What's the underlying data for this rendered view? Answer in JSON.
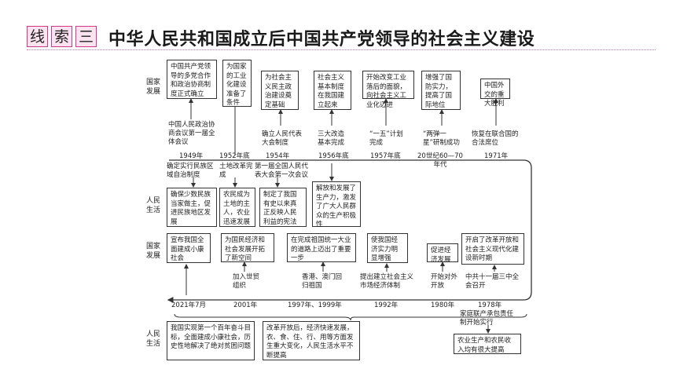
{
  "header": {
    "tag_chars": [
      "线",
      "索",
      "三"
    ],
    "title": "中华人民共和国成立后中国共产党领导的社会主义建设"
  },
  "row_labels": {
    "national_top": "国家发展",
    "people_top": "人民生活",
    "national_bottom": "国家发展",
    "people_bottom": "人民生活"
  },
  "top_national_boxes": [
    "中国共产党领导的多党合作和政治协商制度正式确立",
    "为国家的工业化建设准备了条件",
    "为社会主义民主政治建设奠定基础",
    "社会主义基本制度在我国建立起来",
    "开始改变工业落后的面貌，向社会主义工业化迈进",
    "增强了国防实力，提高了国际地位",
    "中国外交的重大胜利"
  ],
  "top_events_above": [
    "中国人民政治协商会议第一届全体会议",
    "确立人民代表大会制度",
    "三大改造基本完成",
    "“一五”计划完成",
    "“两弹一星”研制成功",
    "恢复在联合国的合法席位"
  ],
  "top_years": [
    "1949年",
    "1952年底",
    "1954年",
    "1956年底",
    "1957年底",
    "20世纪60—70年代",
    "1971年"
  ],
  "top_events_below": [
    "确定实行民族区域自治制度",
    "土地改革完成",
    "第一届全国人民代表大会第一次会议"
  ],
  "top_people_boxes": [
    "确保少数民族当家做主，促进民族地区发展",
    "农民成为土地的主人，农业迅速发展",
    "制定了我国有史以来真正反映人民利益的宪法",
    "解放和发展了生产力，激发了广大人民群众的生产积极性"
  ],
  "bottom_national_boxes": [
    "宣布我国全面建成小康社会",
    "为国民经济和社会发展开拓了新空间",
    "在完成祖国统一大业的道路上迈出了重要一步",
    "使我国经济实力明显增强",
    "促进经济发展",
    "开启了改革开放和社会主义现代化建设新时期"
  ],
  "bottom_events_above": [
    "加入世贸组织",
    "香港、澳门回归祖国",
    "提出建立社会主义市场经济体制",
    "开始对外开放",
    "中共十一届三中全会召开"
  ],
  "bottom_years": [
    "2021年7月",
    "2001年",
    "1997年、1999年",
    "1992年",
    "1980年",
    "1978年"
  ],
  "bottom_event_below": "家庭联产承包责任制开始实行",
  "bottom_people_boxes": [
    "我国实现第一个百年奋斗目标，全面建成小康社会，历史性地解决了绝对贫困问题",
    "改革开放后，经济快速发展，衣、食、住、行、用等方面发生重大变化，人民生活水平不断提高",
    "农业生产和农民收入均有很大提高"
  ],
  "colors": {
    "accent": "#d4388a",
    "accent_fill": "#fbe3ef",
    "line": "#333333"
  }
}
